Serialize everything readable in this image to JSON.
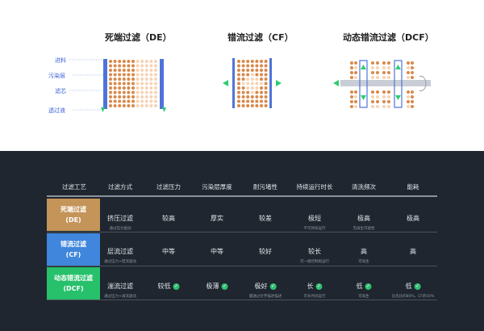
{
  "diagrams": {
    "de_title": "死端过滤（DE）",
    "cf_title": "错流过滤（CF）",
    "dcf_title": "动态错流过滤（DCF）",
    "legend": [
      "进料",
      "污染层",
      "滤芯",
      "透过液"
    ]
  },
  "colors": {
    "particle": "#d9894a",
    "particle_light": "#f6d4b6",
    "membrane": "#4f73d9",
    "arrow": "#2ecc71",
    "legend_text": "#3c63d8",
    "panel_bg": "#1f262f",
    "de": "#c49458",
    "cf": "#3f86dc",
    "dcf": "#27c06b"
  },
  "icons": {
    "check": "check-circle-icon",
    "arrow": "green-arrow-icon",
    "rotation": "rotation-arrow-icon"
  },
  "table": {
    "headers": [
      "过滤工艺",
      "过滤方式",
      "过滤压力",
      "污染层厚度",
      "耐污堵性",
      "持续运行时长",
      "清洗频次",
      "能耗"
    ],
    "rows": [
      {
        "method": [
          "死端过滤",
          "(DE)"
        ],
        "cells": [
          {
            "value": "挤压过滤",
            "sub": "通过压力驱动",
            "check": false
          },
          {
            "value": "较高",
            "sub": "",
            "check": false
          },
          {
            "value": "厚实",
            "sub": "",
            "check": false
          },
          {
            "value": "较差",
            "sub": "",
            "check": false
          },
          {
            "value": "极短",
            "sub": "不可持续运行",
            "check": false
          },
          {
            "value": "极高",
            "sub": "无再生可能性",
            "check": false
          },
          {
            "value": "极高",
            "sub": "",
            "check": false
          }
        ]
      },
      {
        "method": [
          "错流过滤",
          "(CF)"
        ],
        "cells": [
          {
            "value": "层流过滤",
            "sub": "通过压力+错流驱动",
            "check": false
          },
          {
            "value": "中等",
            "sub": "",
            "check": false
          },
          {
            "value": "中等",
            "sub": "",
            "check": false
          },
          {
            "value": "较好",
            "sub": "",
            "check": false
          },
          {
            "value": "较长",
            "sub": "可一级控制再运行",
            "check": false
          },
          {
            "value": "高",
            "sub": "可再生",
            "check": false
          },
          {
            "value": "高",
            "sub": "",
            "check": false
          }
        ]
      },
      {
        "method": [
          "动态错流过滤",
          "(DCF)"
        ],
        "cells": [
          {
            "value": "湍流过滤",
            "sub": "通过压力+涡流驱动",
            "check": false
          },
          {
            "value": "较低",
            "sub": "",
            "check": true
          },
          {
            "value": "极薄",
            "sub": "",
            "check": true
          },
          {
            "value": "极好",
            "sub": "膜通过文字描述描述",
            "check": true
          },
          {
            "value": "长",
            "sub": "可长时间运行",
            "check": true
          },
          {
            "value": "低",
            "sub": "可再生",
            "check": true
          },
          {
            "value": "低",
            "sub": "比先比的80%，CF的50%",
            "check": true
          }
        ]
      }
    ]
  }
}
